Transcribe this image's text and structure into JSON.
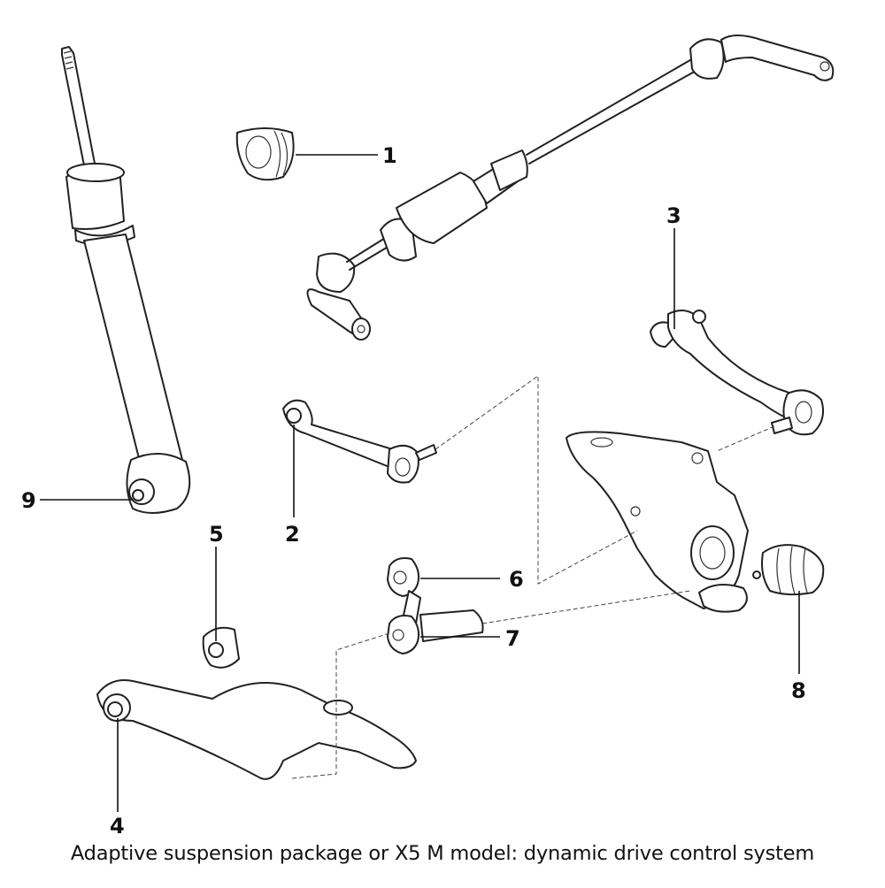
{
  "diagram": {
    "title": "Rear suspension exploded parts diagram",
    "caption": "Adaptive suspension package or X5 M model: dynamic drive control system",
    "callouts": [
      {
        "number": "1",
        "part": "stabilizer-bushing"
      },
      {
        "number": "2",
        "part": "upper-control-arm"
      },
      {
        "number": "3",
        "part": "upper-wishbone-arm"
      },
      {
        "number": "4",
        "part": "lower-arm-front-bushing"
      },
      {
        "number": "5",
        "part": "lower-arm-rear-bushing"
      },
      {
        "number": "6",
        "part": "link-upper-bushing"
      },
      {
        "number": "7",
        "part": "link-lower-bushing"
      },
      {
        "number": "8",
        "part": "wheel-carrier-bushing"
      },
      {
        "number": "9",
        "part": "shock-absorber-bushing"
      }
    ],
    "line_color": "#222222",
    "background": "#ffffff"
  }
}
